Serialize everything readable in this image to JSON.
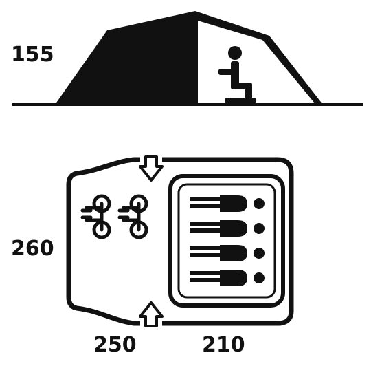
{
  "dimensions": {
    "height": "155",
    "depth": "260",
    "porch_width": "250",
    "bedroom_width": "210"
  },
  "illustration": {
    "side_view": [
      "tent-silhouette-icon",
      "seated-person-icon"
    ],
    "floor_plan": [
      "bicycle-icon",
      "bicycle-icon",
      "sleeping-person-icon",
      "sleeping-person-icon",
      "sleeping-person-icon",
      "sleeping-person-icon",
      "entrance-arrow-icon",
      "entrance-arrow-icon"
    ],
    "ink_color": "#111111",
    "background_color": "#ffffff"
  }
}
